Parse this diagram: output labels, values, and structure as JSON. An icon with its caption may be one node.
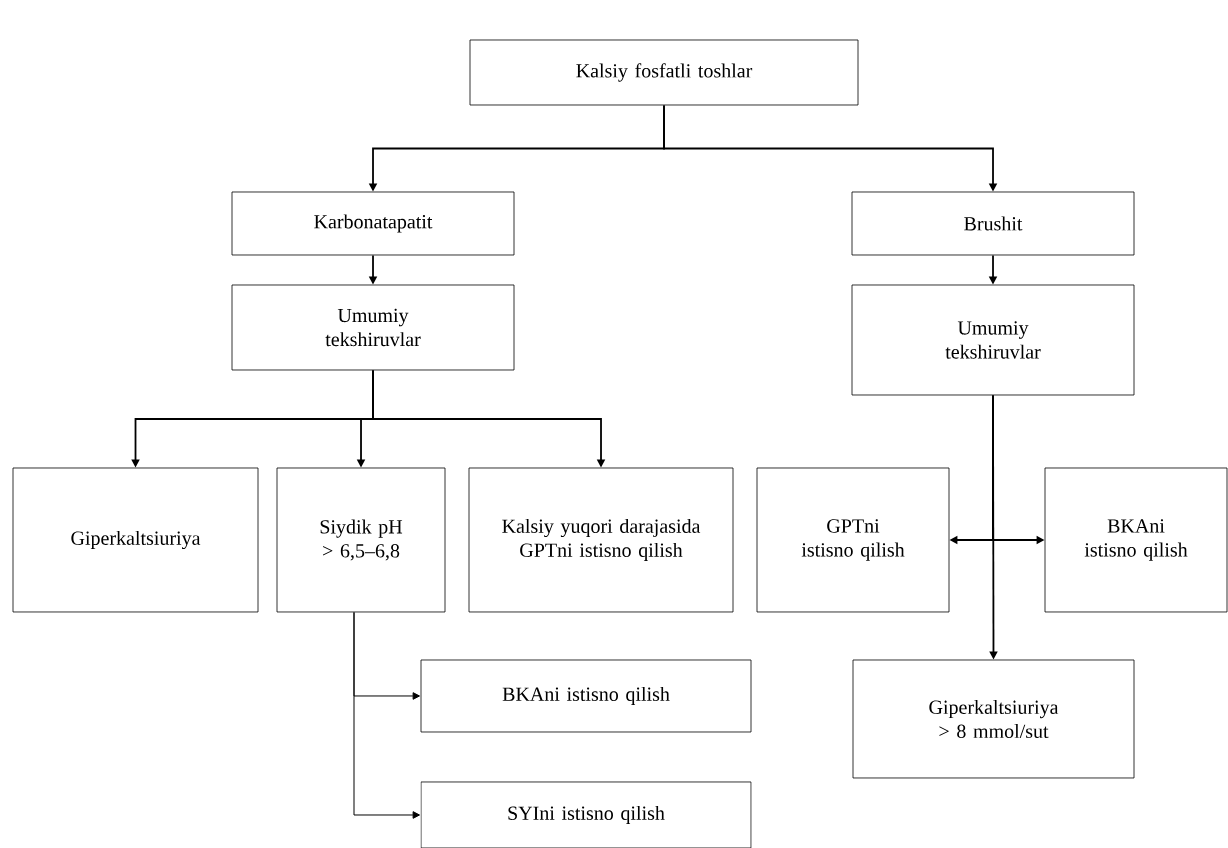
{
  "diagram": {
    "nodes": [
      {
        "text": [
          "Kalsiy fosfatli toshlar"
        ]
      },
      {
        "text": [
          "Karbonatapatit"
        ]
      },
      {
        "text": [
          "Brushit"
        ]
      },
      {
        "text": [
          "Umumiy tekshiruvlar"
        ]
      },
      {
        "text": [
          "Umumiy tekshiruvlar"
        ]
      },
      {
        "text": [
          "Giperkaltsiuriya"
        ]
      },
      {
        "text": [
          "Siydik pH > 6,5–6,8"
        ]
      },
      {
        "text": [
          "Kalsiy yuqori darajasida GPTni istisno qilish"
        ]
      },
      {
        "text": [
          "GPTni istisno qilish"
        ]
      },
      {
        "text": [
          "BKAni istisno qilish"
        ]
      },
      {
        "text": [
          "BKAni istisno qilish"
        ]
      },
      {
        "text": [
          "Giperkaltsiuriya > 8 mmol/sut"
        ]
      },
      {
        "text": [
          "SYIni istisno qilish"
        ]
      }
    ],
    "edges": [
      {
        "from": 0,
        "to": 1,
        "arrow": "to"
      },
      {
        "from": 0,
        "to": 2,
        "arrow": "to"
      },
      {
        "from": 1,
        "to": 3,
        "arrow": "to"
      },
      {
        "from": 2,
        "to": 4,
        "arrow": "to"
      },
      {
        "from": 3,
        "to": 5,
        "arrow": "to"
      },
      {
        "from": 3,
        "to": 6,
        "arrow": "to"
      },
      {
        "from": 3,
        "to": 7,
        "arrow": "to"
      },
      {
        "from": 4,
        "to": 8,
        "arrow": "to"
      },
      {
        "from": 4,
        "to": 9,
        "arrow": "to"
      },
      {
        "from": 4,
        "to": 11,
        "arrow": "to"
      },
      {
        "from": 6,
        "to": 10,
        "arrow": "to"
      },
      {
        "from": 6,
        "to": 12,
        "arrow": "to"
      }
    ]
  }
}
